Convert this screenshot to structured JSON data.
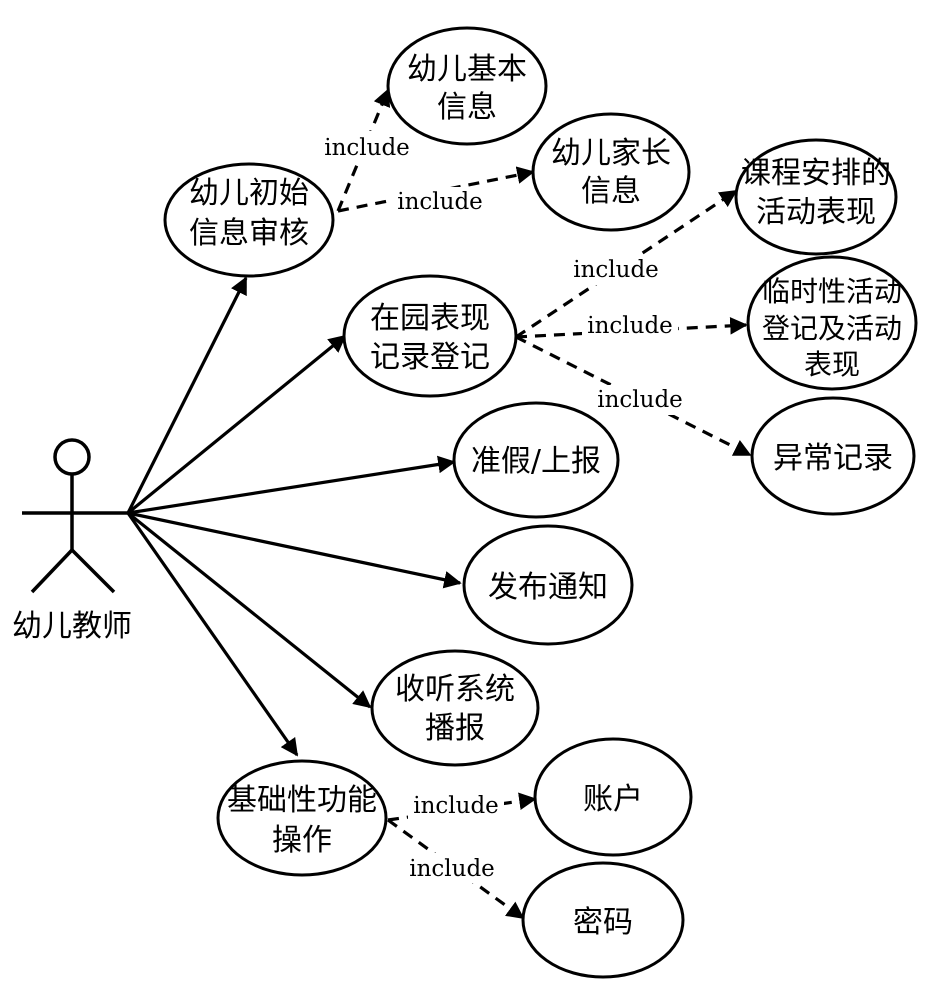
{
  "actor": {
    "name": "幼儿教师"
  },
  "use_cases": {
    "child_basic_info": [
      "幼儿基本",
      "信息"
    ],
    "parent_info": [
      "幼儿家长",
      "信息"
    ],
    "initial_info_review": [
      "幼儿初始",
      "信息审核"
    ],
    "course_activity": [
      "课程安排的",
      "活动表现"
    ],
    "performance_record": [
      "在园表现",
      "记录登记"
    ],
    "temp_activity": [
      "临时性活动",
      "登记及活动",
      "表现"
    ],
    "leave_report": [
      "准假/上报"
    ],
    "abnormal_record": [
      "异常记录"
    ],
    "publish_notice": [
      "发布通知"
    ],
    "listen_broadcast": [
      "收听系统",
      "播报"
    ],
    "basic_operations": [
      "基础性功能",
      "操作"
    ],
    "account": [
      "账户"
    ],
    "password": [
      "密码"
    ]
  },
  "relations": {
    "include_label": "include"
  }
}
